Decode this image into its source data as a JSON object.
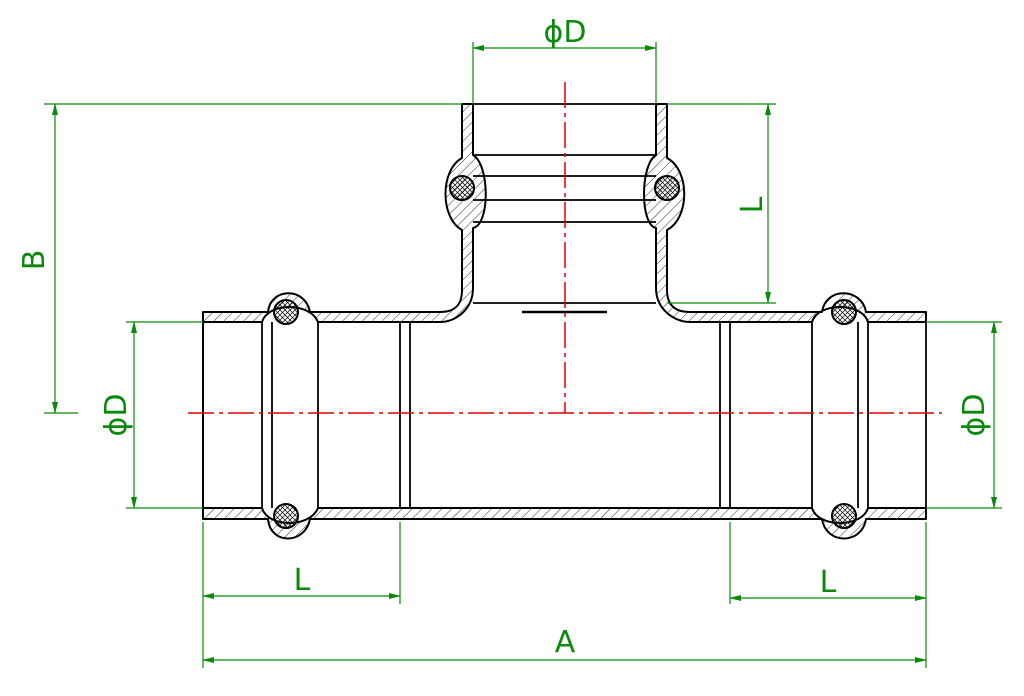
{
  "colors": {
    "outline": "#000000",
    "dimension": "#0a8a0a",
    "dimension_text": "#0a8a0a",
    "centerline": "#e00000",
    "background": "#ffffff"
  },
  "dimensions": {
    "top_diameter": "ϕD",
    "left_diameter": "ϕD",
    "right_diameter": "ϕD",
    "height_b": "B",
    "branch_length": "L",
    "left_length": "L",
    "right_length": "L",
    "overall_length": "A"
  }
}
